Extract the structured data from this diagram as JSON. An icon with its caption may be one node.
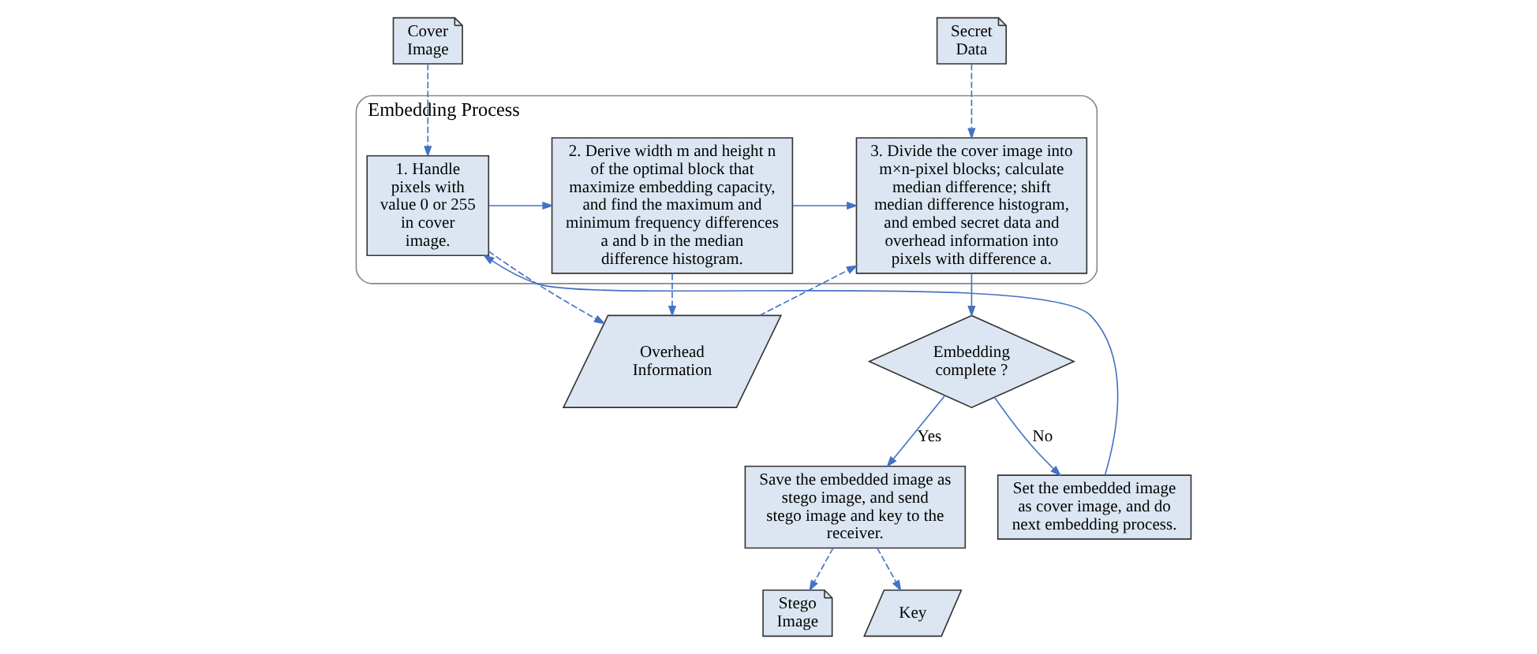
{
  "diagram": {
    "nodes": [
      {
        "text": [
          "Cover Image"
        ]
      },
      {
        "text": [
          "Secret Data"
        ]
      },
      {
        "text": [
          "Embedding Process"
        ]
      },
      {
        "text": [
          "1. Handle pixels with value 0 or 255 in cover image."
        ],
        "in": 2
      },
      {
        "text": [
          "2. Derive width m and height n of the optimal block that maximize embedding capacity, and find the maximum and minimum frequency differences a and b in the median difference histogram."
        ],
        "in": 2
      },
      {
        "text": [
          "3. Divide the cover image into m×n-pixel blocks; calculate median difference; shift median difference histogram, and embed secret data and overhead information into pixels with difference a."
        ],
        "in": 2
      },
      {
        "text": [
          "Overhead Information"
        ]
      },
      {
        "text": [
          "Embedding complete ?"
        ]
      },
      {
        "text": [
          "Save the embedded image as stego image, and send stego image and key to the receiver."
        ]
      },
      {
        "text": [
          "Stego Image"
        ]
      },
      {
        "text": [
          "Key"
        ]
      },
      {
        "text": [
          "Set the embedded image as cover image, and do next embedding process."
        ]
      }
    ],
    "edges": [
      {
        "from": 0,
        "to": 3,
        "arrow": "to",
        "style": "dashed"
      },
      {
        "from": 1,
        "to": 5,
        "arrow": "to",
        "style": "dashed"
      },
      {
        "from": 3,
        "to": 4,
        "arrow": "to"
      },
      {
        "from": 4,
        "to": 5,
        "arrow": "to"
      },
      {
        "from": 5,
        "to": 7,
        "arrow": "to"
      },
      {
        "from": 7,
        "to": 8,
        "arrow": "to",
        "label": "Yes"
      },
      {
        "from": 7,
        "to": 11,
        "arrow": "to",
        "label": "No"
      },
      {
        "from": 8,
        "to": 9,
        "arrow": "to",
        "style": "dashed"
      },
      {
        "from": 8,
        "to": 10,
        "arrow": "to",
        "style": "dashed"
      },
      {
        "from": 3,
        "to": 6,
        "arrow": "to",
        "style": "dashed"
      },
      {
        "from": 4,
        "to": 6,
        "arrow": "to",
        "style": "dashed"
      },
      {
        "from": 6,
        "to": 5,
        "arrow": "to",
        "style": "dashed"
      },
      {
        "from": 11,
        "to": 3,
        "arrow": "to"
      }
    ]
  }
}
